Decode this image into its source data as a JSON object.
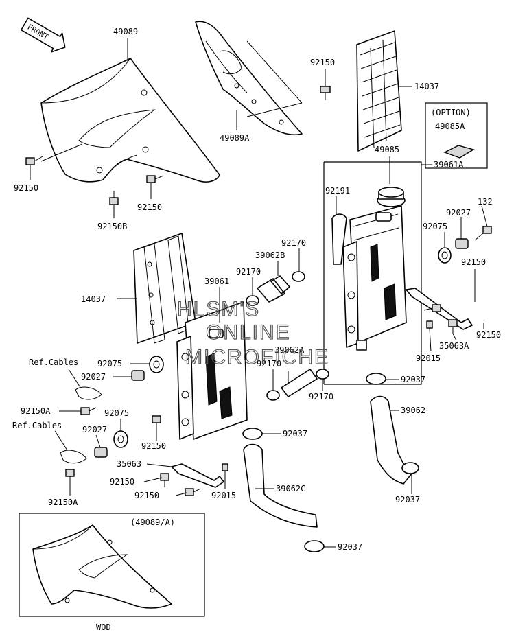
{
  "front_arrow": {
    "label": "FRONT"
  },
  "watermark": {
    "line1": "HLSM'S",
    "line2": "ONLINE",
    "line3": "MICROFICHE"
  },
  "option_box": {
    "title": "(OPTION)",
    "part": "49085A"
  },
  "inset": {
    "title": "(49089/A)",
    "caption": "WOD"
  },
  "labels": {
    "p49089": "49089",
    "p49089A": "49089A",
    "p92150_top": "92150",
    "p14037_top": "14037",
    "p92150_left": "92150",
    "p92150_mid": "92150",
    "p92150B": "92150B",
    "p49085": "49085",
    "p39061A": "39061A",
    "p92191": "92191",
    "p92027_r": "92027",
    "p132": "132",
    "p92075_r": "92075",
    "p92170_a": "92170",
    "p39062B": "39062B",
    "p92150_r1": "92150",
    "p14037_left": "14037",
    "p39061": "39061",
    "p92170_b": "92170",
    "p92150_r2": "92150",
    "p35063A": "35063A",
    "p92015_r": "92015",
    "p39062A": "39062A",
    "p92075_l1": "92075",
    "p92027_l1": "92027",
    "p92170_c": "92170",
    "p92037_a": "92037",
    "p92170_d": "92170",
    "p92150A_1": "92150A",
    "p92075_l2": "92075",
    "p39062": "39062",
    "p92027_l2": "92027",
    "p92037_b": "92037",
    "p92150_l3": "92150",
    "p35063": "35063",
    "p92150_l4": "92150",
    "p92015_l": "92015",
    "p92150_l5": "92150",
    "p39062C": "39062C",
    "p92037_c": "92037",
    "p92150A_2": "92150A",
    "p92037_d": "92037",
    "refcables_1": "Ref.Cables",
    "refcables_2": "Ref.Cables"
  }
}
